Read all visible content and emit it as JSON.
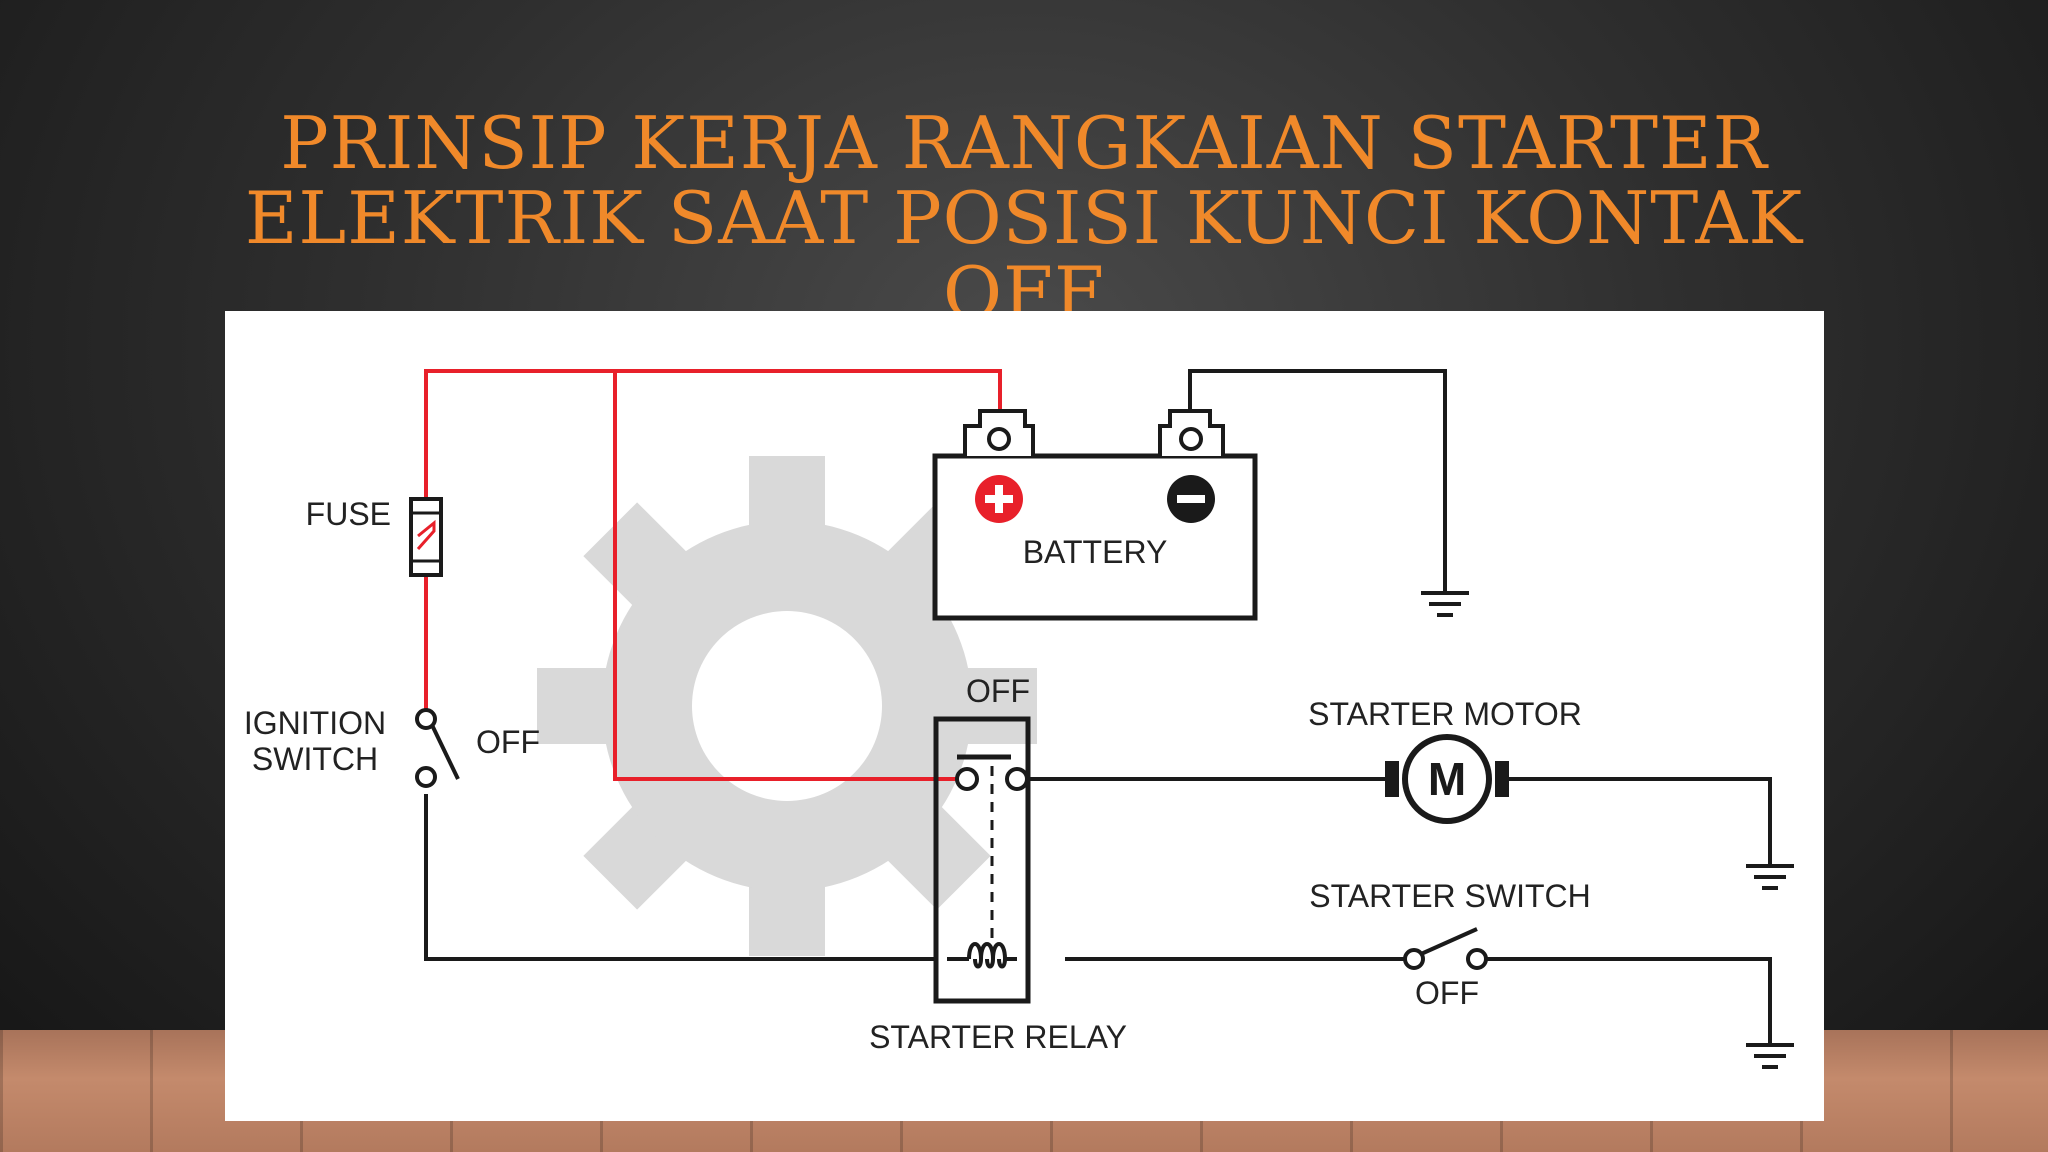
{
  "slide": {
    "title": "PRINSIP KERJA RANGKAIAN STARTER ELEKTRIK SAAT POSISI KUNCI KONTAK OFF"
  },
  "diagram": {
    "labels": {
      "fuse": "FUSE",
      "battery": "BATTERY",
      "ignition_switch_line1": "IGNITION",
      "ignition_switch_line2": "SWITCH",
      "ignition_state": "OFF",
      "relay_state": "OFF",
      "starter_motor": "STARTER MOTOR",
      "motor_symbol": "M",
      "starter_switch": "STARTER SWITCH",
      "starter_switch_state": "OFF",
      "starter_relay": "STARTER RELAY"
    },
    "colors": {
      "live_wire": "#e8202a",
      "wire": "#1a1a1a",
      "title": "#f0892a",
      "watermark": "#d9d9d9"
    },
    "icons": [
      "ground-icon",
      "battery-icon",
      "fuse-icon",
      "motor-icon",
      "relay-coil-icon",
      "gear-watermark-icon"
    ]
  }
}
